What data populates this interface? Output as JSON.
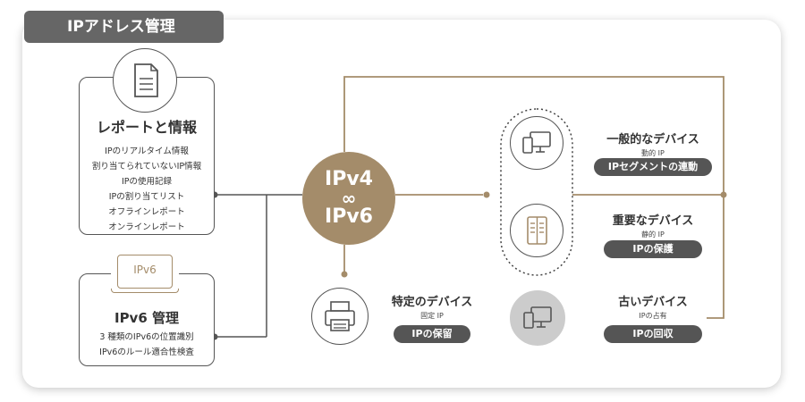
{
  "header": {
    "title": "IPアドレス管理"
  },
  "report": {
    "title": "レポートと情報",
    "items": [
      "IPのリアルタイム情報",
      "割り当てられていないIP情報",
      "IPの使用記録",
      "IPの割り当てリスト",
      "オフラインレポート",
      "オンラインレポート"
    ]
  },
  "ipv6mgmt": {
    "screen_label": "IPv6",
    "title": "IPv6 管理",
    "items": [
      "3 種類のIPv6の位置識別",
      "IPv6のルール適合性検査"
    ]
  },
  "hub": {
    "line1": "IPv4",
    "line2": "∞",
    "line3": "IPv6"
  },
  "devices": {
    "general": {
      "title": "一般的なデバイス",
      "sub": "動的 IP",
      "pill": "IPセグメントの連動",
      "icon": "devices-icon"
    },
    "important": {
      "title": "重要なデバイス",
      "sub": "静的 IP",
      "pill": "IPの保護",
      "icon": "server-icon"
    },
    "old": {
      "title": "古いデバイス",
      "sub": "IPの占有",
      "pill": "IPの回収",
      "icon": "devices-icon"
    },
    "specific": {
      "title": "特定のデバイス",
      "sub": "固定 IP",
      "pill": "IPの保留",
      "icon": "printer-icon"
    }
  },
  "colors": {
    "accent": "#a48c6a",
    "dark": "#555555",
    "tab": "#666666"
  }
}
